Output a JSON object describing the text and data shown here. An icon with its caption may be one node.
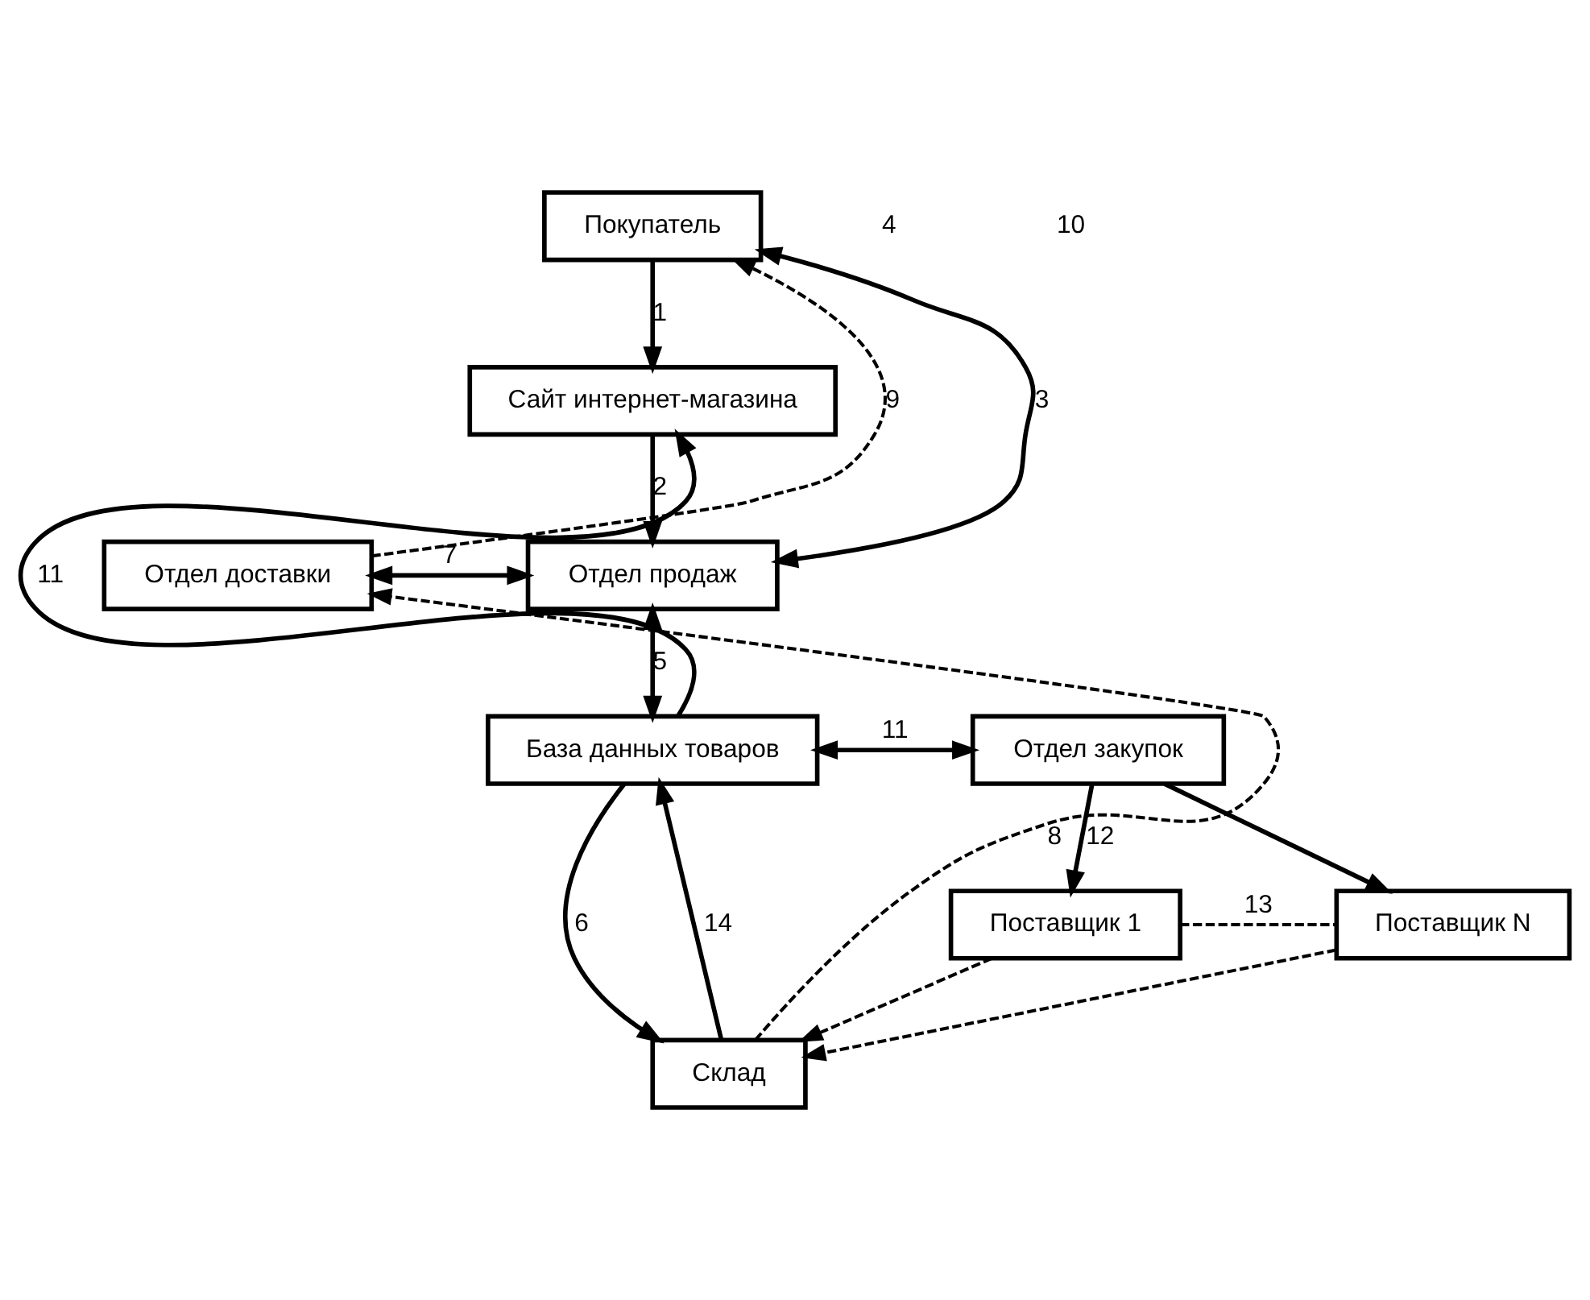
{
  "diagram": {
    "nodes": [
      {
        "text": [
          "Покупатель"
        ]
      },
      {
        "text": [
          "Сайт интернет-магазина"
        ]
      },
      {
        "text": [
          "Отдел доставки"
        ]
      },
      {
        "text": [
          "Отдел продаж"
        ]
      },
      {
        "text": [
          "База данных товаров"
        ]
      },
      {
        "text": [
          "Отдел закупок"
        ]
      },
      {
        "text": [
          "Склад"
        ]
      },
      {
        "text": [
          "Поставщик 1"
        ]
      },
      {
        "text": [
          "Поставщик N"
        ]
      }
    ],
    "edges": [
      {
        "from": 0,
        "to": 1,
        "arrow": "to",
        "label": "1"
      },
      {
        "from": 1,
        "to": 3,
        "arrow": "to",
        "label": "2"
      },
      {
        "from": 3,
        "to": 0,
        "arrow": "both",
        "label": "3"
      },
      {
        "from": 2,
        "to": 3,
        "arrow": "both",
        "label": "7"
      },
      {
        "from": 3,
        "to": 4,
        "arrow": "both",
        "label": "5"
      },
      {
        "from": 4,
        "to": 5,
        "arrow": "both",
        "label": "11"
      },
      {
        "from": 4,
        "to": 1,
        "arrow": "to",
        "label": "11"
      },
      {
        "from": 4,
        "to": 6,
        "arrow": "to",
        "label": "6"
      },
      {
        "from": 6,
        "to": 4,
        "arrow": "to",
        "label": "14"
      },
      {
        "from": 6,
        "to": 2,
        "arrow": "to",
        "label": "8",
        "style": "dashed"
      },
      {
        "from": 2,
        "to": 0,
        "arrow": "to",
        "label": "9",
        "style": "dashed"
      },
      {
        "from": 7,
        "to": 6,
        "arrow": "to",
        "style": "dashed"
      },
      {
        "from": 8,
        "to": 6,
        "arrow": "to",
        "style": "dashed"
      },
      {
        "from": 7,
        "to": 8,
        "arrow": "none",
        "label": "13",
        "style": "dashed"
      },
      {
        "from": 5,
        "to": 7,
        "arrow": "to",
        "label": "12"
      },
      {
        "from": 5,
        "to": 8,
        "arrow": "to"
      }
    ],
    "labels": [
      "4",
      "10"
    ]
  }
}
